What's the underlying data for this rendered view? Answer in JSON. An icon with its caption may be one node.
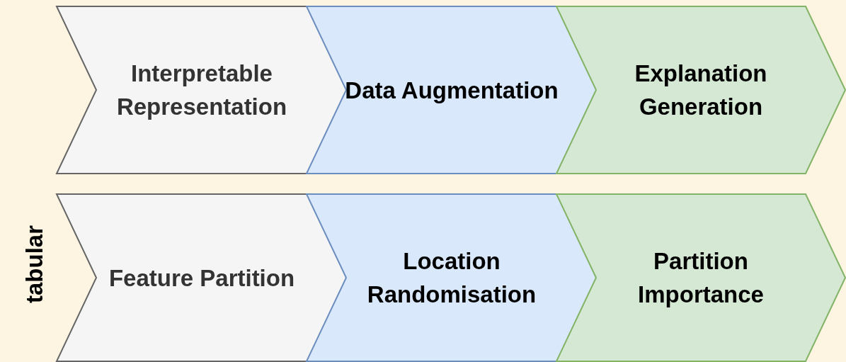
{
  "diagram": {
    "nodes": [
      {
        "text": [
          "Interpretable Representation"
        ]
      },
      {
        "text": [
          "Data Augmentation"
        ]
      },
      {
        "text": [
          "Explanation Generation"
        ]
      },
      {
        "text": [
          "Feature Partition"
        ]
      },
      {
        "text": [
          "Location Randomisation"
        ]
      },
      {
        "text": [
          "Partition Importance"
        ]
      }
    ],
    "edges": [],
    "labels": [
      "tabular"
    ]
  }
}
